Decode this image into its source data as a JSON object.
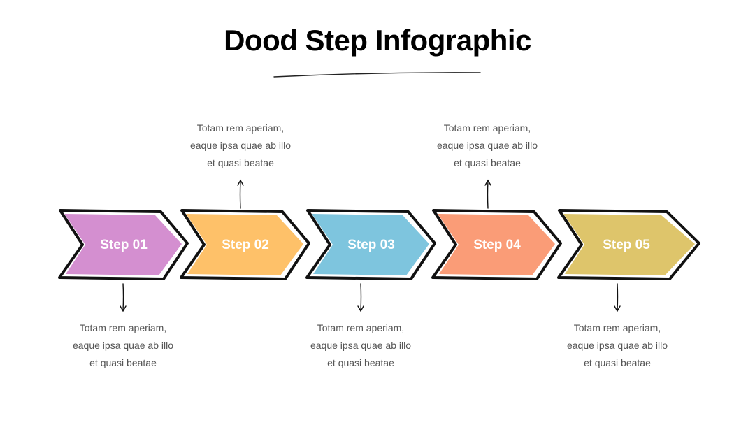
{
  "title": "Dood Step Infographic",
  "steps": [
    {
      "label": "Step 01",
      "color": "#d48fd0",
      "text": [
        "Totam rem aperiam,",
        "eaque ipsa quae ab illo",
        "et quasi beatae"
      ],
      "position": "bottom"
    },
    {
      "label": "Step 02",
      "color": "#fec169",
      "text": [
        "Totam rem aperiam,",
        "eaque ipsa quae ab illo",
        "et quasi beatae"
      ],
      "position": "top"
    },
    {
      "label": "Step 03",
      "color": "#7ec5de",
      "text": [
        "Totam rem aperiam,",
        "eaque ipsa quae ab illo",
        "et quasi beatae"
      ],
      "position": "bottom"
    },
    {
      "label": "Step 04",
      "color": "#fa9c77",
      "text": [
        "Totam rem aperiam,",
        "eaque ipsa quae ab illo",
        "et quasi beatae"
      ],
      "position": "top"
    },
    {
      "label": "Step 05",
      "color": "#dec56b",
      "text": [
        "Totam rem aperiam,",
        "eaque ipsa quae ab illo",
        "et quasi beatae"
      ],
      "position": "bottom"
    }
  ]
}
